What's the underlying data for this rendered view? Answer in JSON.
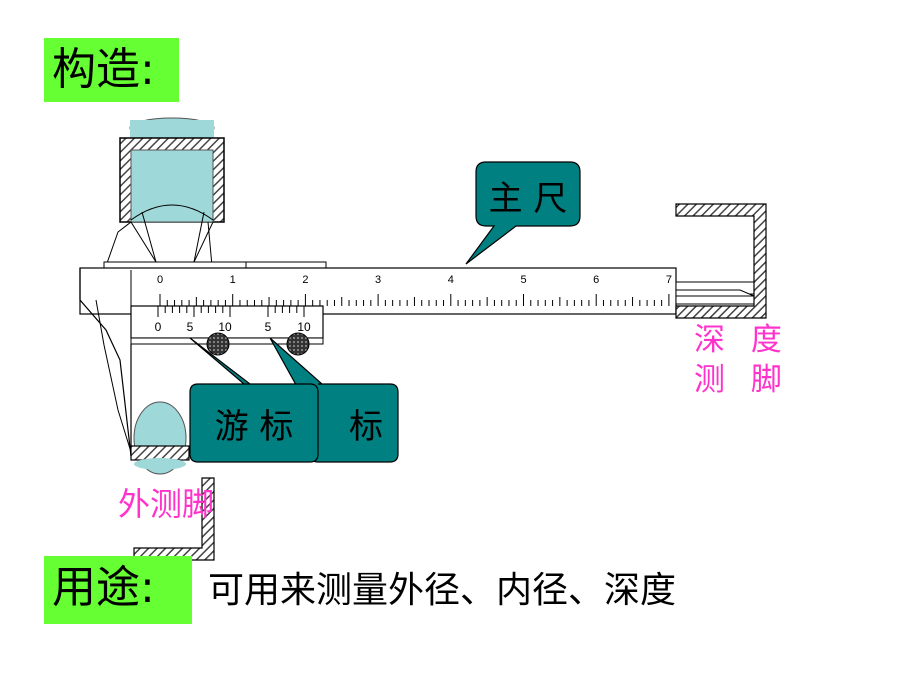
{
  "title": "构造:",
  "usage": {
    "label": "用途:",
    "text": "可用来测量外径、内径、深度"
  },
  "callouts": {
    "main_scale": "主  尺",
    "vernier_front": "游  标",
    "vernier_back": "标"
  },
  "labels": {
    "depth_gauge_line1": "深 度",
    "depth_gauge_line2": "测 脚",
    "outer_jaw": "外测脚"
  },
  "main_scale_ticks": [
    "0",
    "1",
    "2",
    "3",
    "4",
    "5",
    "6",
    "7"
  ],
  "vernier_ticks": [
    "0",
    "5",
    "10",
    "5",
    "10"
  ],
  "colors": {
    "green_box": "#66ff33",
    "callout_fill": "#008080",
    "pink_text": "#ff33cc",
    "lens_fill": "#9fd8d8",
    "hatch": "#444444"
  }
}
